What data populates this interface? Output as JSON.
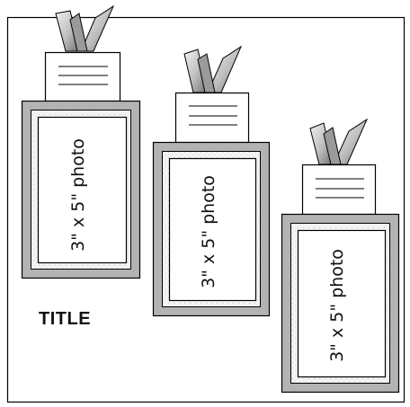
{
  "title": "TITLE",
  "photos": [
    {
      "caption": "3\" x 5\" photo"
    },
    {
      "caption": "3\" x 5\" photo"
    },
    {
      "caption": "3\" x 5\" photo"
    }
  ],
  "colors": {
    "frame_gray": "#b3b3b3",
    "mat_stipple": "#f1f1f1",
    "outline": "#000000",
    "ribbon_dark": "#8c8c8c",
    "ribbon_light": "#e3e3e3"
  }
}
